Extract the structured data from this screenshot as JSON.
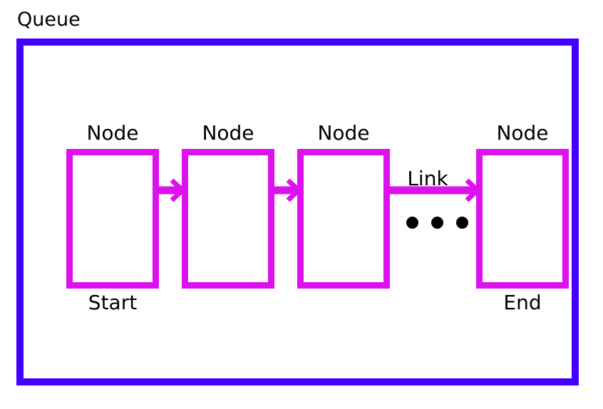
{
  "diagram": {
    "title": "Queue",
    "frame_color": "#4400ff",
    "node_color": "#dd11ee",
    "dot_color": "#000000",
    "background": "#ffffff"
  },
  "nodes": [
    {
      "label": "Node",
      "badge": "Start"
    },
    {
      "label": "Node",
      "badge": ""
    },
    {
      "label": "Node",
      "badge": ""
    },
    {
      "label": "Node",
      "badge": "End"
    }
  ],
  "links": [
    {
      "label": ""
    },
    {
      "label": ""
    },
    {
      "label": "Link"
    }
  ],
  "ellipsis": {
    "dot_count": 3
  }
}
